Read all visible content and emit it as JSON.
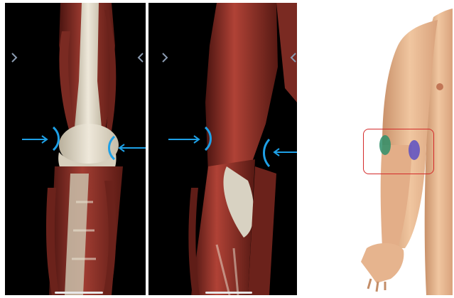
{
  "panels": [
    {
      "view": "elbow-muscles-posterior",
      "nav_prev_icon": "chevron-right-icon",
      "nav_next_icon": "chevron-left-icon",
      "indicator_icon": "parenthesis-arrow-icon"
    },
    {
      "view": "elbow-muscles-lateral",
      "nav_prev_icon": "chevron-right-icon",
      "nav_next_icon": "chevron-left-icon",
      "indicator_icon": "parenthesis-arrow-icon"
    },
    {
      "view": "upper-body-skin-front",
      "highlight_icon": "highlight-rectangle-icon"
    }
  ],
  "colors": {
    "arrow": "#1ea0e6",
    "highlight_box": "#d42a2a",
    "marker_green": "#2f8f6a",
    "marker_purple": "#5a4fc4",
    "muscle": "#9a3a30",
    "bone": "#e3dccb",
    "skin": "#e8b890",
    "nav_chevron": "#8b9bb0"
  }
}
